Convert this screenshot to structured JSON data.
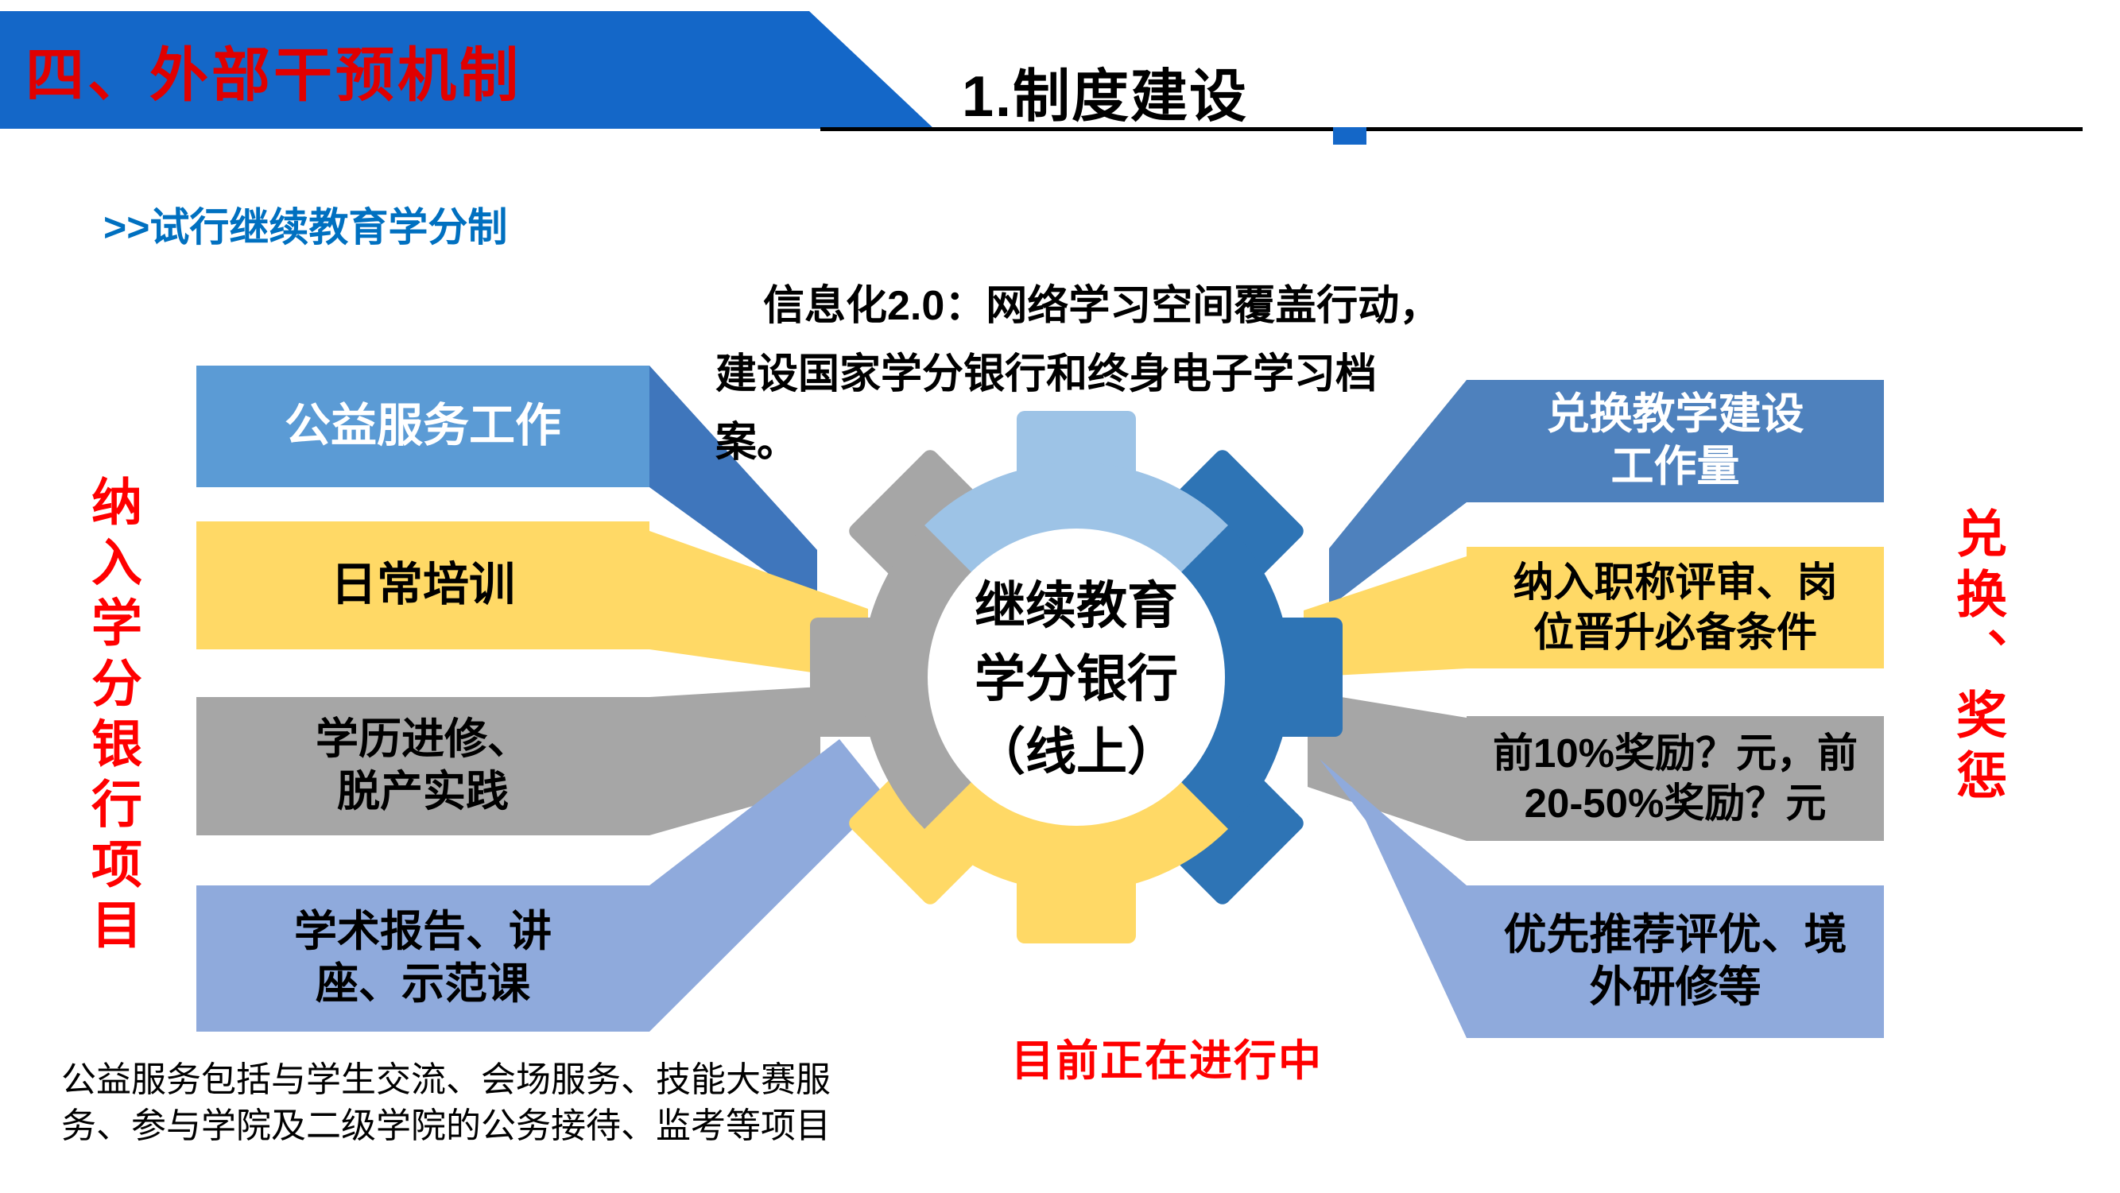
{
  "colors": {
    "header_blue": "#1467C8",
    "header_red": "#E00000",
    "subtitle_blue": "#0070C0",
    "red_accent": "#FF0000",
    "banner_blue_left": "#5B9BD5",
    "banner_blue_left_tail": "#3F76BC",
    "banner_blue_right": "#4E81BD",
    "banner_yellow": "#FFD966",
    "banner_gray": "#A6A6A6",
    "banner_lightblue": "#8FAADC",
    "gear_top": "#9DC3E6",
    "gear_right": "#2E74B5",
    "gear_bottom": "#FFD966",
    "gear_left": "#A6A6A6",
    "gear_center_bg": "#FFFFFF"
  },
  "header": {
    "section_title": "四、外部干预机制",
    "page_title": "1.制度建设"
  },
  "subtitle": ">>试行继续教育学分制",
  "intro": {
    "lines": [
      "信息化2.0：网络学习空间覆盖行动，",
      "建设国家学分银行和终身电子学习档",
      "案。"
    ]
  },
  "left_axis_label": "纳入学分银行项目",
  "right_axis_label": "兑换、奖惩",
  "gear_center": {
    "lines": [
      "继续教育",
      "学分银行",
      "（线上）"
    ]
  },
  "left_items": [
    {
      "lines": [
        "公益服务工作"
      ]
    },
    {
      "lines": [
        "日常培训"
      ]
    },
    {
      "lines": [
        "学历进修、",
        "脱产实践"
      ]
    },
    {
      "lines": [
        "学术报告、讲",
        "座、示范课"
      ]
    }
  ],
  "right_items": [
    {
      "lines": [
        "兑换教学建设",
        "工作量"
      ]
    },
    {
      "lines": [
        "纳入职称评审、岗",
        "位晋升必备条件"
      ]
    },
    {
      "lines": [
        "前10%奖励？元，前",
        "20-50%奖励？元"
      ]
    },
    {
      "lines": [
        "优先推荐评优、境",
        "外研修等"
      ]
    }
  ],
  "status_text": "目前正在进行中",
  "footnote": "公益服务包括与学生交流、会场服务、技能大赛服务、参与学院及二级学院的公务接待、监考等项目"
}
